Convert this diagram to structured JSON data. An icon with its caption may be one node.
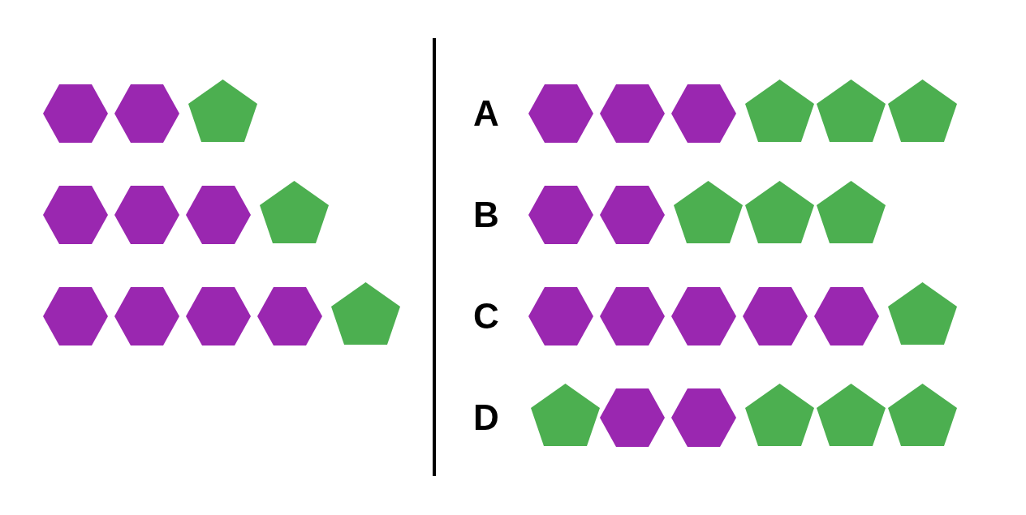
{
  "diagram": {
    "nodes": [
      {
        "text": [],
        "shape": "hexagon"
      },
      {
        "text": [],
        "shape": "hexagon"
      },
      {
        "text": [],
        "shape": "pentagon"
      },
      {
        "text": [],
        "shape": "hexagon"
      },
      {
        "text": [],
        "shape": "hexagon"
      },
      {
        "text": [],
        "shape": "hexagon"
      },
      {
        "text": [],
        "shape": "pentagon"
      },
      {
        "text": [],
        "shape": "hexagon"
      },
      {
        "text": [],
        "shape": "hexagon"
      },
      {
        "text": [],
        "shape": "hexagon"
      },
      {
        "text": [],
        "shape": "hexagon"
      },
      {
        "text": [],
        "shape": "pentagon"
      },
      {
        "text": [],
        "shape": "hexagon"
      },
      {
        "text": [],
        "shape": "hexagon"
      },
      {
        "text": [],
        "shape": "hexagon"
      },
      {
        "text": [],
        "shape": "pentagon"
      },
      {
        "text": [],
        "shape": "pentagon"
      },
      {
        "text": [],
        "shape": "pentagon"
      },
      {
        "text": [],
        "shape": "hexagon"
      },
      {
        "text": [],
        "shape": "hexagon"
      },
      {
        "text": [],
        "shape": "pentagon"
      },
      {
        "text": [],
        "shape": "pentagon"
      },
      {
        "text": [],
        "shape": "pentagon"
      },
      {
        "text": [],
        "shape": "hexagon"
      },
      {
        "text": [],
        "shape": "hexagon"
      },
      {
        "text": [],
        "shape": "hexagon"
      },
      {
        "text": [],
        "shape": "hexagon"
      },
      {
        "text": [],
        "shape": "hexagon"
      },
      {
        "text": [],
        "shape": "pentagon"
      },
      {
        "text": [],
        "shape": "pentagon"
      },
      {
        "text": [],
        "shape": "hexagon"
      },
      {
        "text": [],
        "shape": "hexagon"
      },
      {
        "text": [],
        "shape": "pentagon"
      },
      {
        "text": [],
        "shape": "pentagon"
      },
      {
        "text": [],
        "shape": "pentagon"
      }
    ],
    "labels": [
      "A",
      "B",
      "C",
      "D"
    ]
  }
}
